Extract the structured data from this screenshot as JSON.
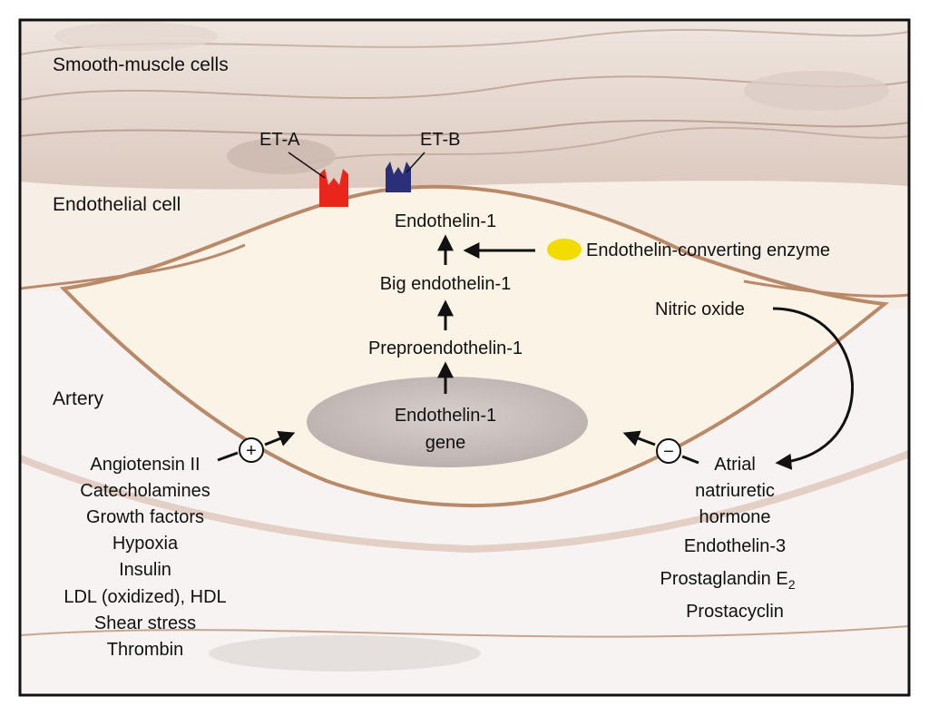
{
  "regions": {
    "smooth_muscle": "Smooth-muscle cells",
    "endothelial": "Endothelial cell",
    "artery": "Artery"
  },
  "receptors": {
    "et_a": {
      "label": "ET-A",
      "color": "#e8261c"
    },
    "et_b": {
      "label": "ET-B",
      "color": "#2b2f7a"
    }
  },
  "pathway": {
    "gene_line1": "Endothelin-1",
    "gene_line2": "gene",
    "prepro": "Preproendothelin-1",
    "big": "Big endothelin-1",
    "et1": "Endothelin-1"
  },
  "enzyme": {
    "label": "Endothelin-converting enzyme",
    "color": "#f2dc00"
  },
  "stimulators": {
    "sign": "+",
    "items": [
      "Angiotensin II",
      "Catecholamines",
      "Growth factors",
      "Hypoxia",
      "Insulin",
      "LDL (oxidized), HDL",
      "Shear stress",
      "Thrombin"
    ]
  },
  "inhibitors": {
    "sign": "−",
    "nitric_oxide": "Nitric oxide",
    "anp_lines": [
      "Atrial",
      "natriuretic",
      "hormone"
    ],
    "others": [
      "Endothelin-3",
      "Prostaglandin E",
      "Prostacyclin"
    ],
    "pge_subscript": "2"
  },
  "colors": {
    "membrane": "#b98a6a",
    "cell_fill": "#fbf3e6",
    "muscle": "#e8dcd4",
    "nucleus": "#c9bfbd",
    "frame": "#111111"
  }
}
